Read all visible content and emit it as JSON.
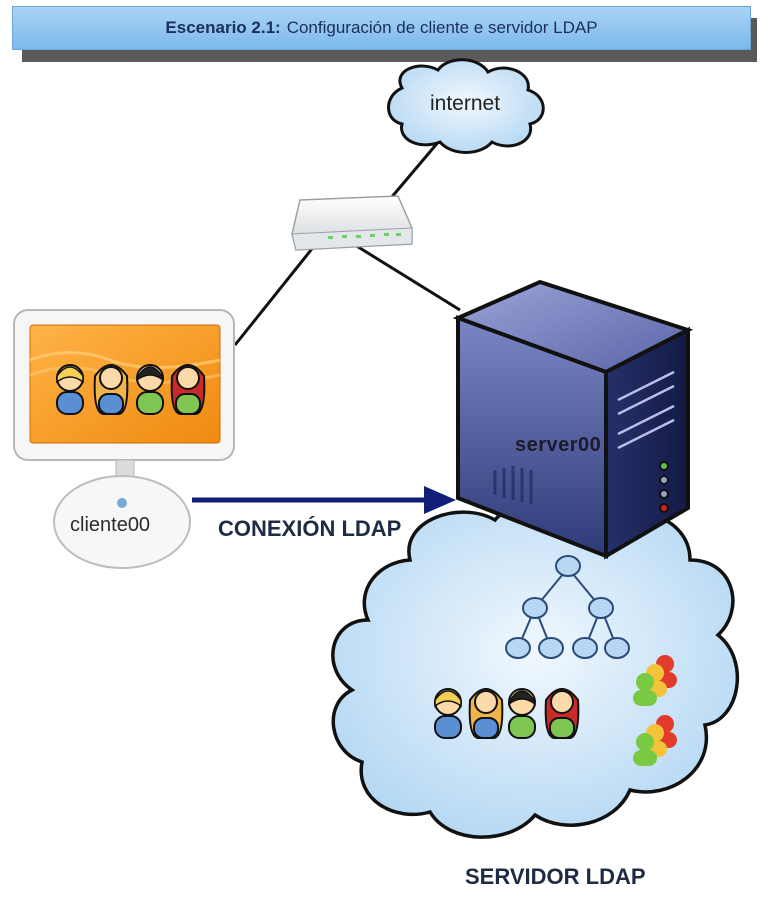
{
  "header": {
    "scenario_label": "Escenario 2.1:",
    "title_text": "Configuración de cliente e servidor LDAP"
  },
  "nodes": {
    "internet": "internet",
    "server": "server00",
    "client": "cliente00",
    "connection": "CONEXIÓN LDAP",
    "ldap_server": "SERVIDOR LDAP"
  },
  "colors": {
    "banner": "#8ec5f0",
    "arrow": "#101e7a",
    "cloud_fill": "#c9e3f7",
    "screen": "#f29a1e",
    "server_body": "#3d4a8a",
    "tree_node": "#b8d7f3"
  },
  "icons": [
    "cloud-icon",
    "router-icon",
    "monitor-icon",
    "server-icon",
    "directory-tree-icon",
    "user-icon",
    "group-icon"
  ]
}
